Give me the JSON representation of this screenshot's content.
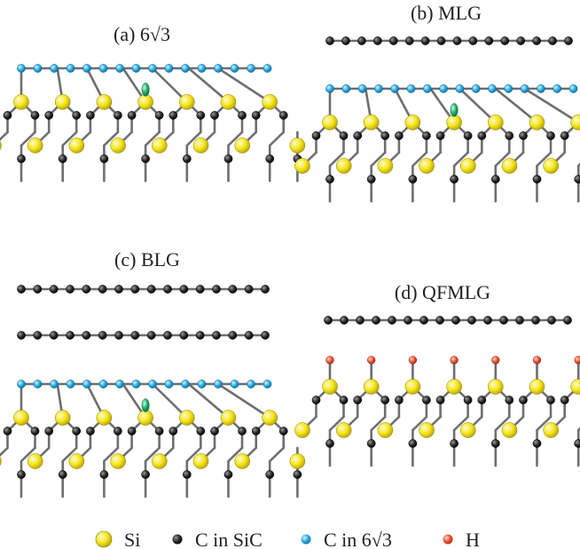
{
  "panels": [
    {
      "id": "a",
      "label": "(a) 6√3",
      "graphene_layers": 0,
      "buffer_layer": true,
      "hydrogen": false,
      "defect": true
    },
    {
      "id": "b",
      "label": "(b) MLG",
      "graphene_layers": 1,
      "buffer_layer": true,
      "hydrogen": false,
      "defect": true
    },
    {
      "id": "c",
      "label": "(c) BLG",
      "graphene_layers": 2,
      "buffer_layer": true,
      "hydrogen": false,
      "defect": true
    },
    {
      "id": "d",
      "label": "(d) QFMLG",
      "graphene_layers": 1,
      "buffer_layer": false,
      "hydrogen": true,
      "defect": false
    }
  ],
  "legend": [
    {
      "key": "si",
      "label": "Si",
      "color": "#f5e51b"
    },
    {
      "key": "c_sic",
      "label": "C in SiC",
      "color": "#2b2b2b"
    },
    {
      "key": "c_buffer",
      "label": "C in 6√3",
      "color": "#29abe2"
    },
    {
      "key": "h",
      "label": "H",
      "color": "#e8563a"
    }
  ],
  "colors": {
    "bond": "#6d6e71",
    "si": "#f5e51b",
    "c_sic": "#2b2b2b",
    "c_buffer": "#29abe2",
    "h": "#e8563a",
    "defect": "#1fae6a"
  }
}
